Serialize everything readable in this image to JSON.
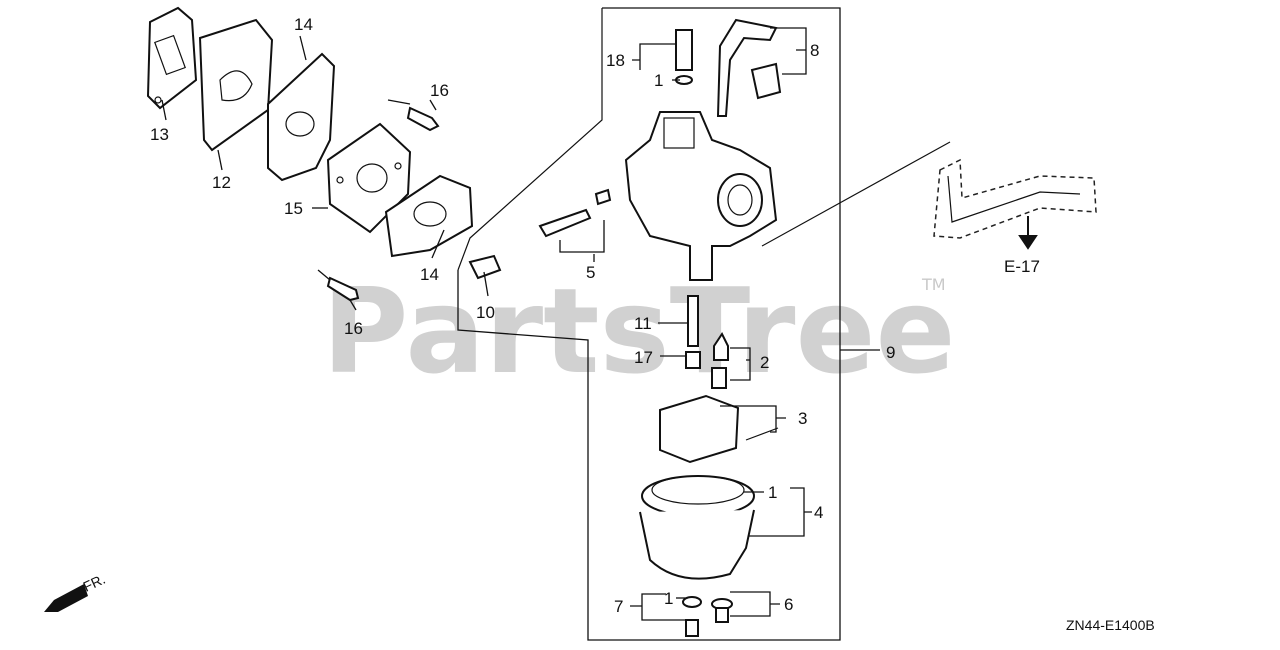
{
  "watermark": {
    "text": "PartsTree",
    "tm": "TM"
  },
  "diagram_code": "ZN44-E1400B",
  "front_marker": "FR.",
  "reference": "E-17",
  "callouts": {
    "c13": "13",
    "c12": "12",
    "c14a": "14",
    "c16a": "16",
    "c15": "15",
    "c14b": "14",
    "c16b": "16",
    "c10": "10",
    "c5": "5",
    "c18": "18",
    "c1a": "1",
    "c8": "8",
    "c11": "11",
    "c17": "17",
    "c2": "2",
    "c9": "9",
    "c3": "3",
    "c1b": "1",
    "c4": "4",
    "c7": "7",
    "c1c": "1",
    "c6": "6"
  }
}
